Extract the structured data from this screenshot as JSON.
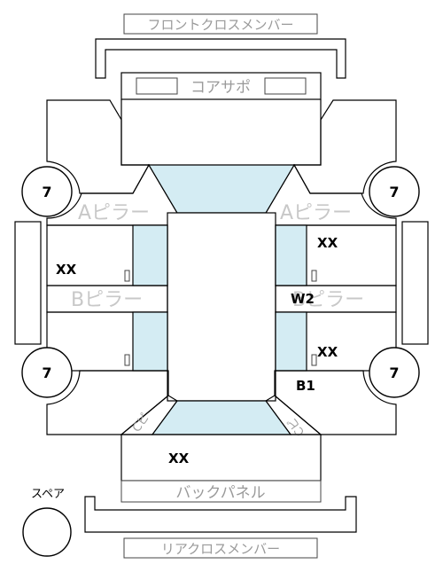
{
  "labels": {
    "front_cross_member": "フロントクロスメンバー",
    "core_support": "コアサポ",
    "a_pillar": "Aピラー",
    "b_pillar": "Bピラー",
    "back_panel": "バックパネル",
    "rear_cross_member": "リアクロスメンバー",
    "spare": "スペア",
    "c_pillar": "Cピ"
  },
  "marks": {
    "left_front_door": "XX",
    "right_front_door": "XX",
    "right_b_pillar": "W2",
    "right_rear_door": "XX",
    "right_rear_lower": "B1",
    "trunk": "XX"
  },
  "tires": {
    "front_left": "7",
    "front_right": "7",
    "rear_left": "7",
    "rear_right": "7",
    "spare": ""
  },
  "colors": {
    "glass": "#d4ecf3",
    "line": "#000000",
    "label": "#9a9a9a"
  }
}
